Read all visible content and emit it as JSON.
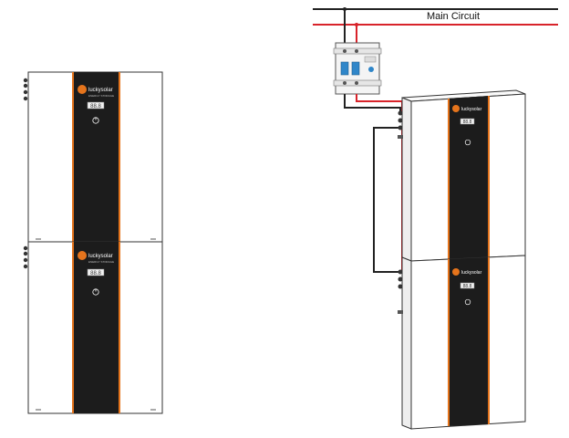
{
  "main_circuit": {
    "label": "Main Circuit"
  },
  "brand": {
    "name": "luckysolar",
    "sub": "ENERGY STORAGE"
  },
  "modules": [
    {
      "view": "front",
      "id": "front-upper",
      "display": "88.8"
    },
    {
      "view": "front",
      "id": "front-lower",
      "display": "88.8"
    },
    {
      "view": "perspective",
      "id": "persp-upper",
      "display": "88.8"
    },
    {
      "view": "perspective",
      "id": "persp-lower",
      "display": "88.8"
    }
  ],
  "colors": {
    "accent": "#e5741c",
    "panel": "#1c1c1c",
    "wire_positive": "#d8232a",
    "wire_negative": "#222222",
    "breaker": "#2f86c9",
    "outline": "#333333"
  }
}
